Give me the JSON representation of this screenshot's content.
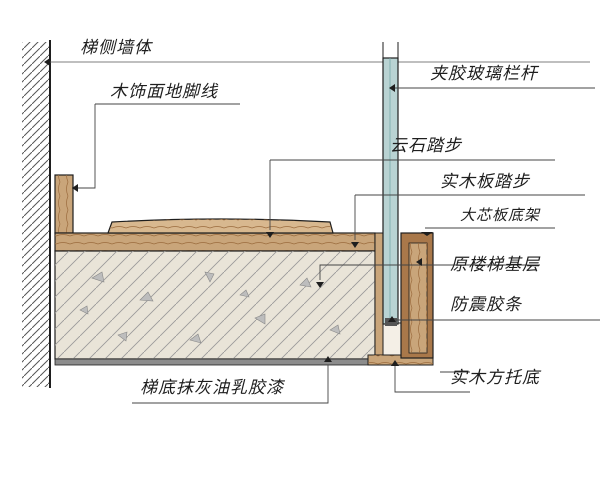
{
  "labels": {
    "stair_side_wall": "梯侧墙体",
    "wood_skirting": "木饰面地脚线",
    "laminated_glass_railing": "夹胶玻璃栏杆",
    "marble_tread": "云石踏步",
    "solid_wood_tread": "实木板踏步",
    "blockboard_frame": "大芯板底架",
    "original_stair_base": "原楼梯基层",
    "anti_seismic_strip": "防震胶条",
    "stair_bottom_finish": "梯底抹灰油乳胶漆",
    "solid_wood_batten_base": "实木方托底"
  },
  "colors": {
    "wood": "#c9a57a",
    "wood_dark": "#a9784a",
    "concrete": "#e9e4d8",
    "glass": "#b9d3d3",
    "ink": "#1e1e1e",
    "bottom_plaster": "#8c8c8c"
  }
}
